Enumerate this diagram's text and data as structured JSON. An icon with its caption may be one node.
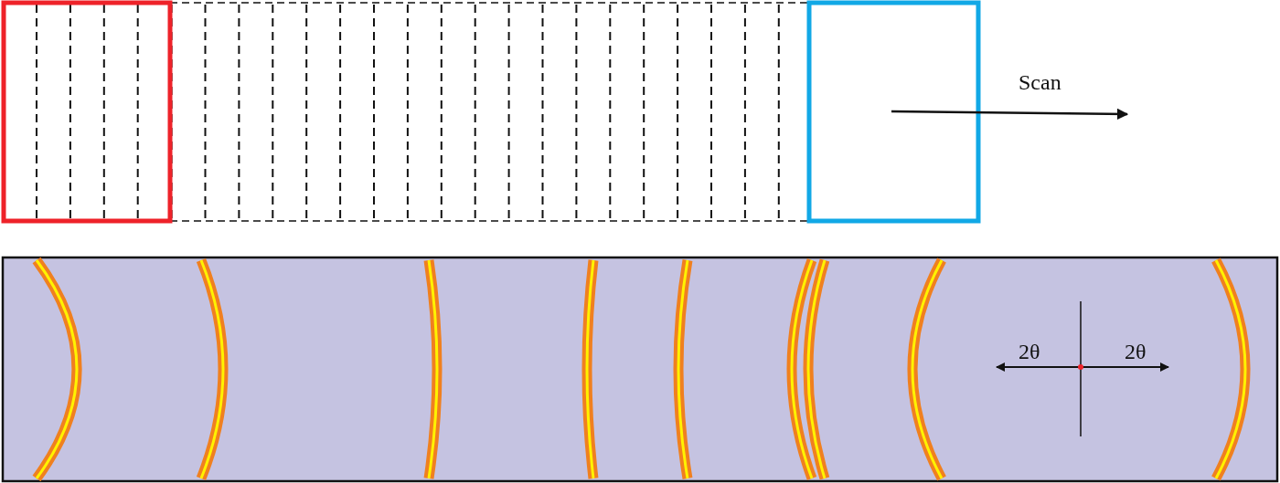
{
  "diagram": {
    "labels": [
      "Scan",
      "2θ",
      "2θ"
    ]
  }
}
